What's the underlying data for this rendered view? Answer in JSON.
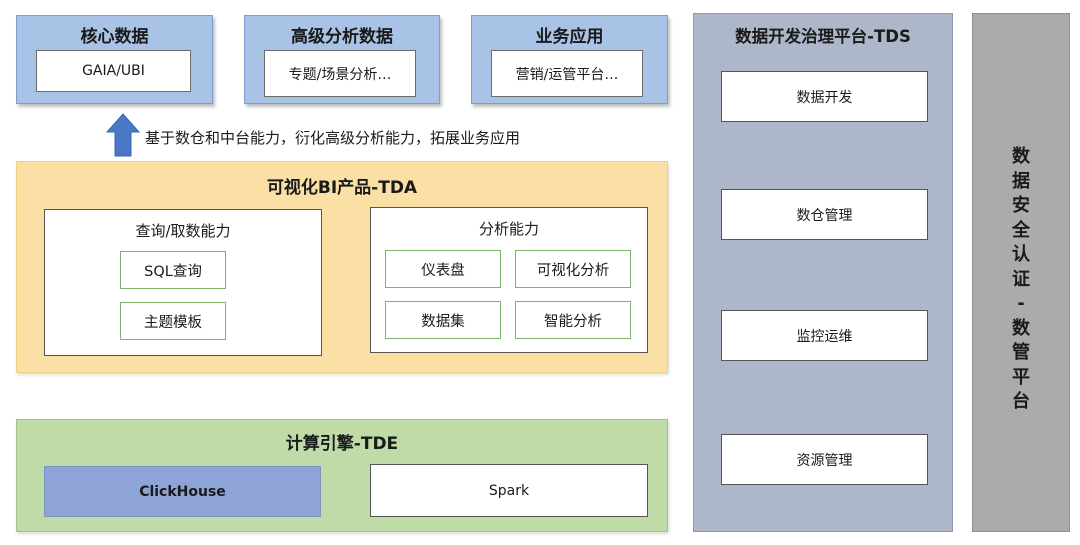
{
  "top": {
    "core": {
      "title": "核心数据",
      "item": "GAIA/UBI"
    },
    "advanced": {
      "title": "高级分析数据",
      "item": "专题/场景分析…"
    },
    "business": {
      "title": "业务应用",
      "item": "营销/运管平台…"
    }
  },
  "arrow_caption": "基于数仓和中台能力，衍化高级分析能力，拓展业务应用",
  "tda": {
    "title": "可视化BI产品-TDA",
    "query": {
      "title": "查询/取数能力",
      "items": [
        "SQL查询",
        "主题模板"
      ]
    },
    "analysis": {
      "title": "分析能力",
      "items": [
        "仪表盘",
        "可视化分析",
        "数据集",
        "智能分析"
      ]
    }
  },
  "tde": {
    "title": "计算引擎-TDE",
    "engines": [
      "ClickHouse",
      "Spark"
    ]
  },
  "tds": {
    "title": "数据开发治理平台-TDS",
    "items": [
      "数据开发",
      "数仓管理",
      "监控运维",
      "资源管理"
    ]
  },
  "security": {
    "chars": [
      "数",
      "据",
      "安",
      "全",
      "认",
      "证",
      "-",
      "数",
      "管",
      "平",
      "台"
    ]
  },
  "colors": {
    "top": "#a9c3e6",
    "tda": "#fbe0a6",
    "tde": "#bfdca8",
    "tds": "#adb7c9",
    "security": "#ababab",
    "clickhouse": "#8ea4d6",
    "arrow": "#4a78c6"
  }
}
